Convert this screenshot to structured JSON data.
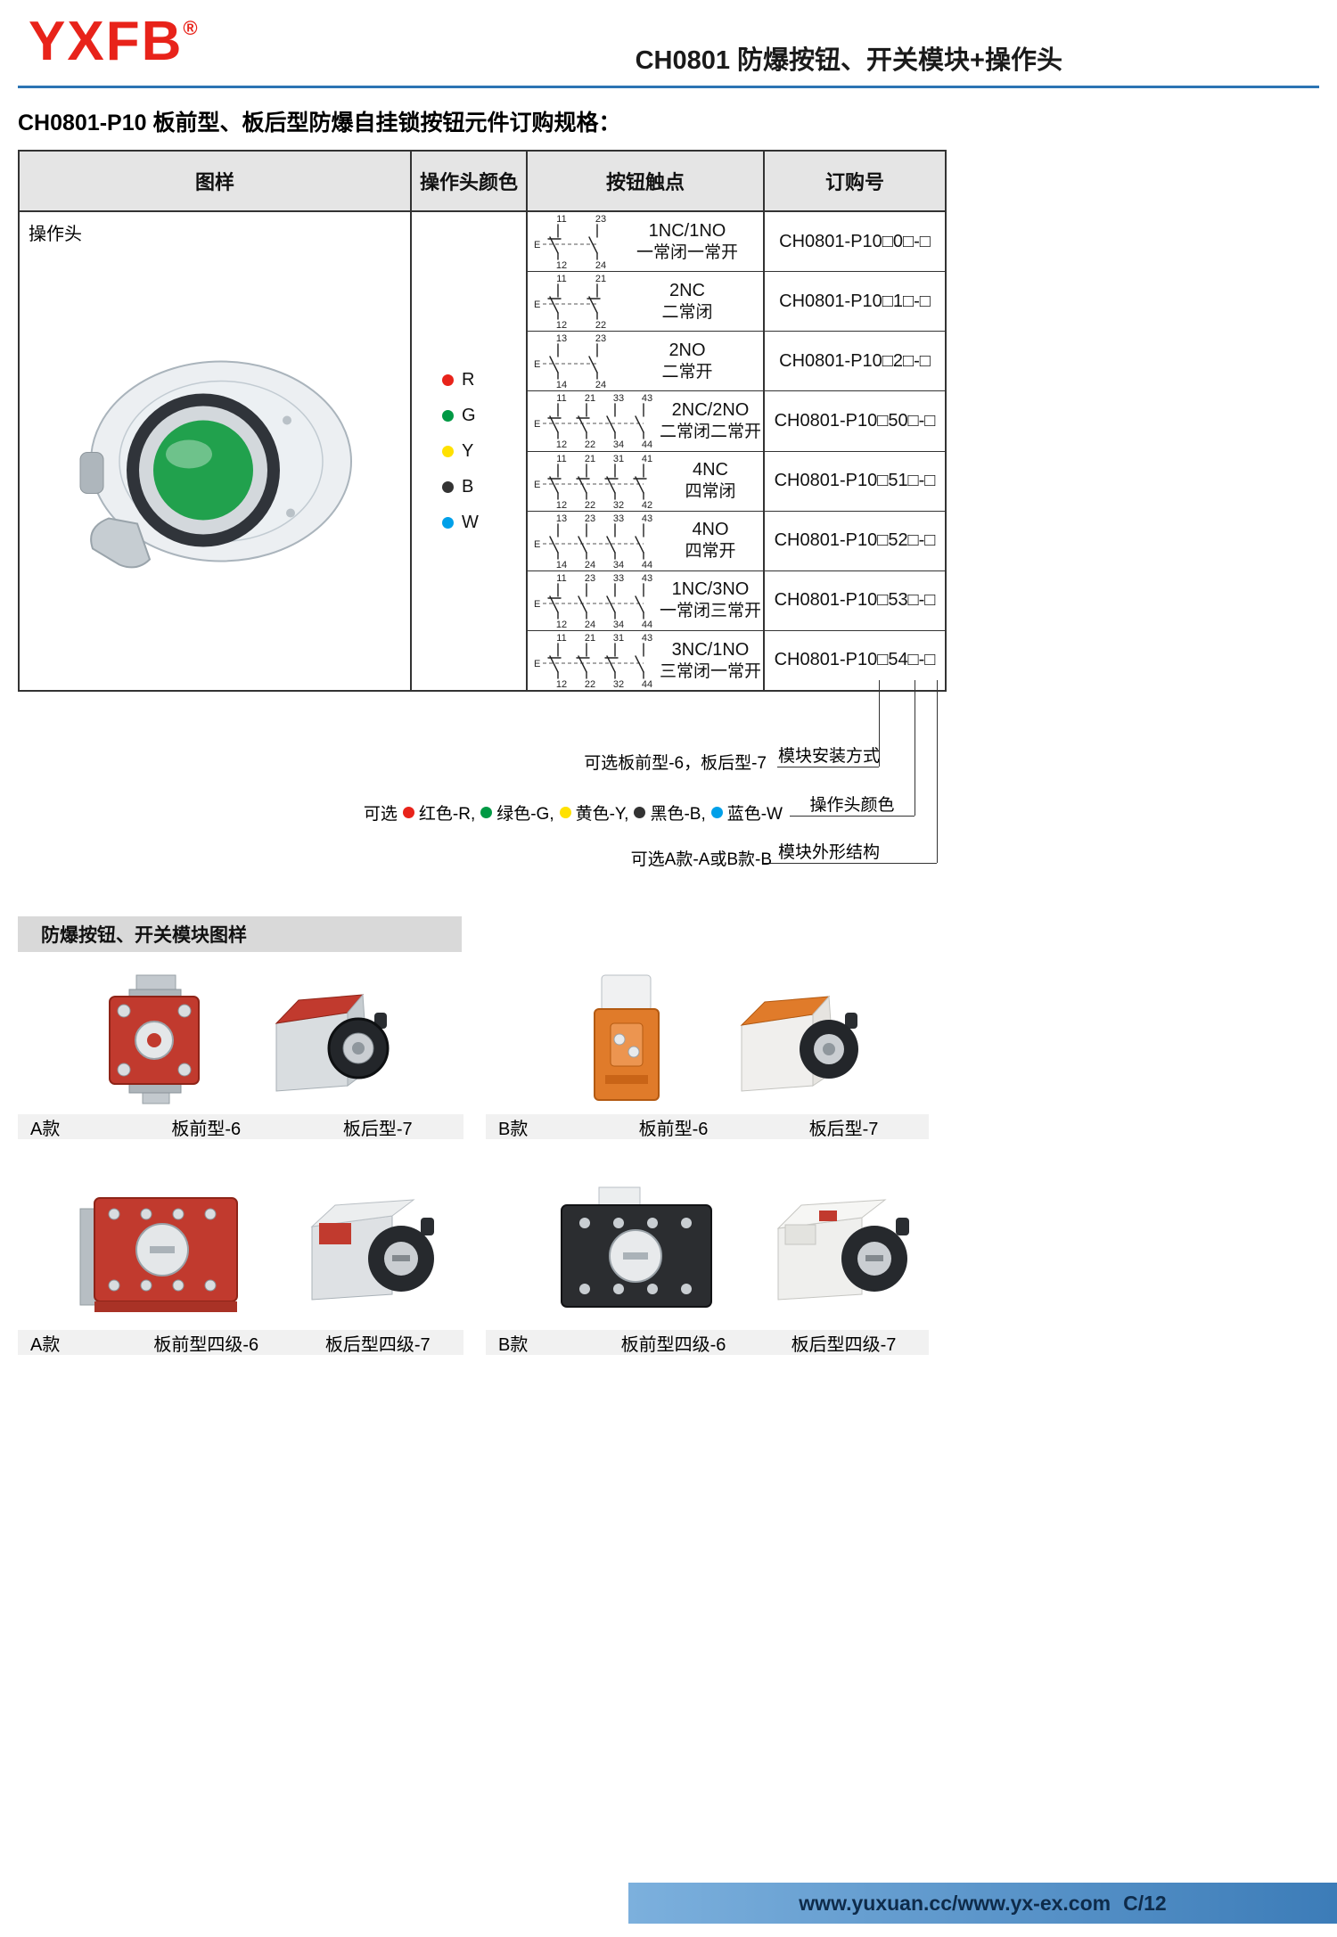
{
  "header": {
    "logo_text": "YXFB",
    "logo_reg": "®",
    "logo_color": "#e8231a",
    "title": "CH0801 防爆按钮、开关模块+操作头",
    "accent_blue": "#2c74b3"
  },
  "order_section": {
    "heading": "CH0801-P10 板前型、板后型防爆自挂锁按钮元件订购规格："
  },
  "table": {
    "col_headers": [
      "图样",
      "操作头颜色",
      "按钮触点",
      "订购号"
    ],
    "sample_label": "操作头",
    "head_colors": [
      {
        "label": "R",
        "hex": "#e8231a"
      },
      {
        "label": "G",
        "hex": "#009944"
      },
      {
        "label": "Y",
        "hex": "#ffe100"
      },
      {
        "label": "B",
        "hex": "#333333"
      },
      {
        "label": "W",
        "hex": "#00a0e9"
      }
    ],
    "rows": [
      {
        "contact": "1NC/1NO",
        "desc": "一常闭一常开",
        "order": "CH0801-P10□0□-□",
        "top": [
          "11",
          "23"
        ],
        "bottom": [
          "12",
          "24"
        ],
        "types": [
          "NC",
          "NO"
        ]
      },
      {
        "contact": "2NC",
        "desc": "二常闭",
        "order": "CH0801-P10□1□-□",
        "top": [
          "11",
          "21"
        ],
        "bottom": [
          "12",
          "22"
        ],
        "types": [
          "NC",
          "NC"
        ]
      },
      {
        "contact": "2NO",
        "desc": "二常开",
        "order": "CH0801-P10□2□-□",
        "top": [
          "13",
          "23"
        ],
        "bottom": [
          "14",
          "24"
        ],
        "types": [
          "NO",
          "NO"
        ]
      },
      {
        "contact": "2NC/2NO",
        "desc": "二常闭二常开",
        "order": "CH0801-P10□50□-□",
        "top": [
          "11",
          "21",
          "33",
          "43"
        ],
        "bottom": [
          "12",
          "22",
          "34",
          "44"
        ],
        "types": [
          "NC",
          "NC",
          "NO",
          "NO"
        ]
      },
      {
        "contact": "4NC",
        "desc": "四常闭",
        "order": "CH0801-P10□51□-□",
        "top": [
          "11",
          "21",
          "31",
          "41"
        ],
        "bottom": [
          "12",
          "22",
          "32",
          "42"
        ],
        "types": [
          "NC",
          "NC",
          "NC",
          "NC"
        ]
      },
      {
        "contact": "4NO",
        "desc": "四常开",
        "order": "CH0801-P10□52□-□",
        "top": [
          "13",
          "23",
          "33",
          "43"
        ],
        "bottom": [
          "14",
          "24",
          "34",
          "44"
        ],
        "types": [
          "NO",
          "NO",
          "NO",
          "NO"
        ]
      },
      {
        "contact": "1NC/3NO",
        "desc": "一常闭三常开",
        "order": "CH0801-P10□53□-□",
        "top": [
          "11",
          "23",
          "33",
          "43"
        ],
        "bottom": [
          "12",
          "24",
          "34",
          "44"
        ],
        "types": [
          "NC",
          "NO",
          "NO",
          "NO"
        ]
      },
      {
        "contact": "3NC/1NO",
        "desc": "三常闭一常开",
        "order": "CH0801-P10□54□-□",
        "top": [
          "11",
          "21",
          "31",
          "43"
        ],
        "bottom": [
          "12",
          "22",
          "32",
          "44"
        ],
        "types": [
          "NC",
          "NC",
          "NC",
          "NO"
        ]
      }
    ]
  },
  "legend": {
    "mount": {
      "option": "可选板前型-6，板后型-7",
      "label": "模块安装方式"
    },
    "colors": {
      "prefix": "可选",
      "items": [
        {
          "text": "红色-R",
          "hex": "#e8231a"
        },
        {
          "text": "绿色-G",
          "hex": "#009944"
        },
        {
          "text": "黄色-Y",
          "hex": "#ffe100"
        },
        {
          "text": "黑色-B",
          "hex": "#333333"
        },
        {
          "text": "蓝色-W",
          "hex": "#00a0e9"
        }
      ],
      "label": "操作头颜色"
    },
    "shape": {
      "option": "可选A款-A或B款-B",
      "label": "模块外形结构"
    }
  },
  "gallery": {
    "heading": "防爆按钮、开关模块图样",
    "row1": {
      "left": {
        "tag": "A款",
        "labels": [
          "板前型-6",
          "板后型-7"
        ]
      },
      "right": {
        "tag": "B款",
        "labels": [
          "板前型-6",
          "板后型-7"
        ]
      }
    },
    "row2": {
      "left": {
        "tag": "A款",
        "labels": [
          "板前型四级-6",
          "板后型四级-7"
        ]
      },
      "right": {
        "tag": "B款",
        "labels": [
          "板前型四级-6",
          "板后型四级-7"
        ]
      }
    }
  },
  "footer": {
    "urls": "www.yuxuan.cc/www.yx-ex.com",
    "page_no": "C/12"
  }
}
